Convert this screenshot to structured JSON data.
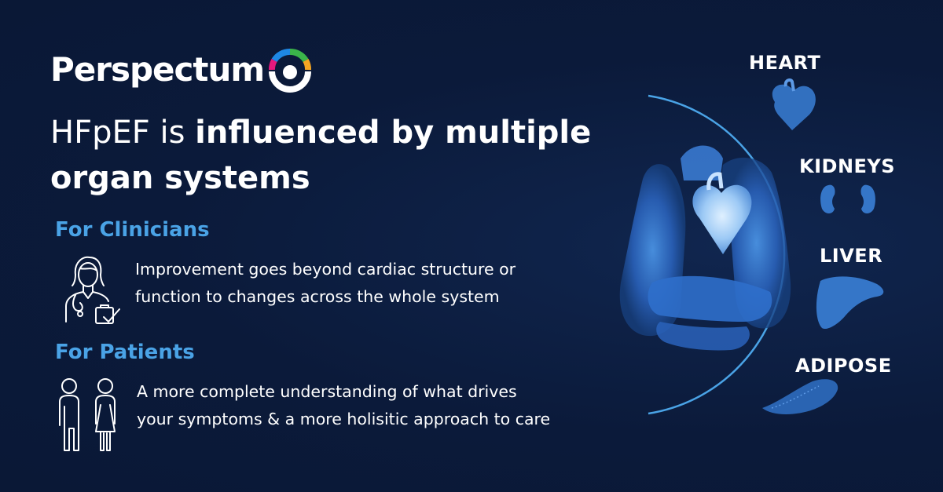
{
  "brand": {
    "name": "Perspectum",
    "mark_colors": [
      "#3bb54a",
      "#f5a623",
      "#e6197d",
      "#1e88e5"
    ]
  },
  "headline": {
    "part1": "HFpEF is ",
    "part2": "influenced by multiple",
    "part3": "organ systems"
  },
  "clinicians": {
    "title": "For Clinicians",
    "line1": "Improvement goes beyond cardiac structure or",
    "line2": "function to changes across the whole system",
    "icon": "clinician-icon"
  },
  "patients": {
    "title": "For Patients",
    "line1": "A more complete understanding of what drives",
    "line2": "your symptoms & a more holisitic approach to care",
    "icon": "patients-icon"
  },
  "organs": {
    "heart": "HEART",
    "kidneys": "KIDNEYS",
    "liver": "LIVER",
    "adipose": "ADIPOSE"
  },
  "colors": {
    "background": "#0b1a3a",
    "accent": "#4aa3e6",
    "organ_blue": "#3a7fd6"
  }
}
